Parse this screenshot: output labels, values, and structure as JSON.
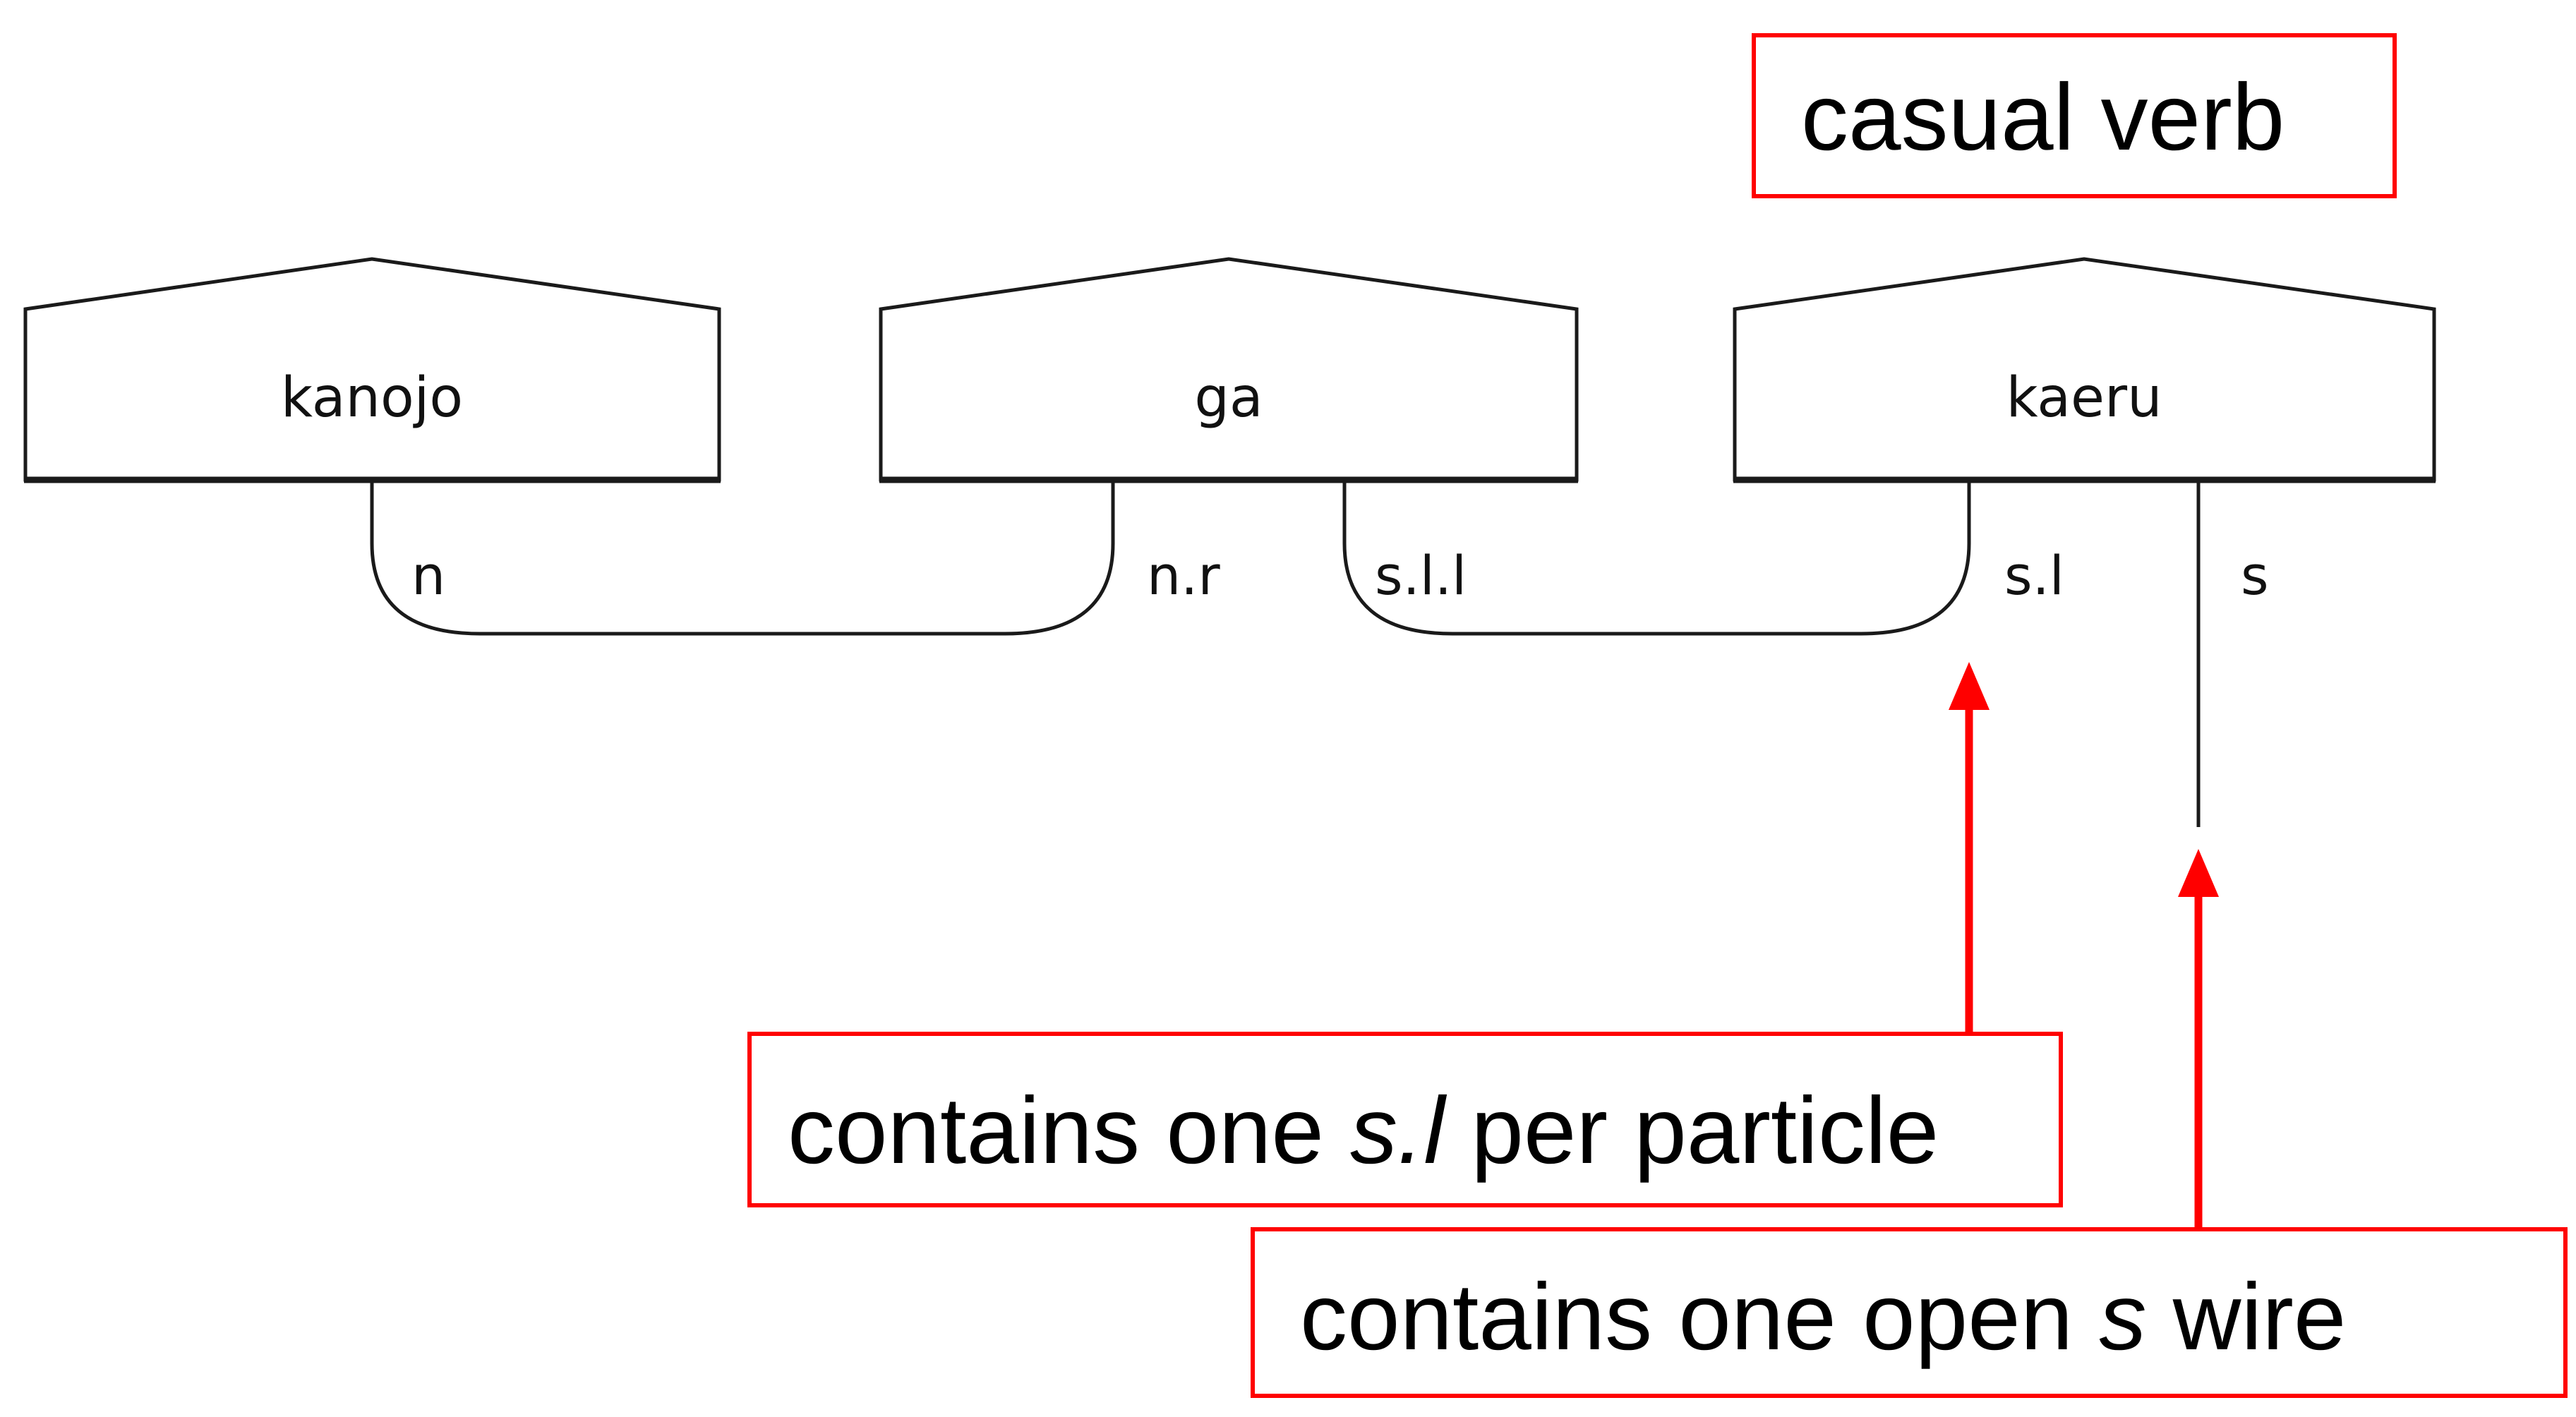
{
  "diagram": {
    "sentence": "kanojo ga kaeru",
    "words": [
      {
        "label": "kanojo",
        "types": [
          "n"
        ]
      },
      {
        "label": "ga",
        "types": [
          "n.r",
          "s.l.l"
        ]
      },
      {
        "label": "kaeru",
        "types": [
          "s.l",
          "s"
        ]
      }
    ]
  },
  "annotations": {
    "casual_verb": {
      "text": "casual verb"
    },
    "sl_note": {
      "prefix": "contains one ",
      "italic": "s.l",
      "suffix": " per particle"
    },
    "s_note": {
      "prefix": "contains one open ",
      "italic": "s",
      "suffix": " wire"
    }
  },
  "colors": {
    "arrow_red": "#ff0000",
    "line_black": "#1a1a1a",
    "background": "#ffffff"
  }
}
